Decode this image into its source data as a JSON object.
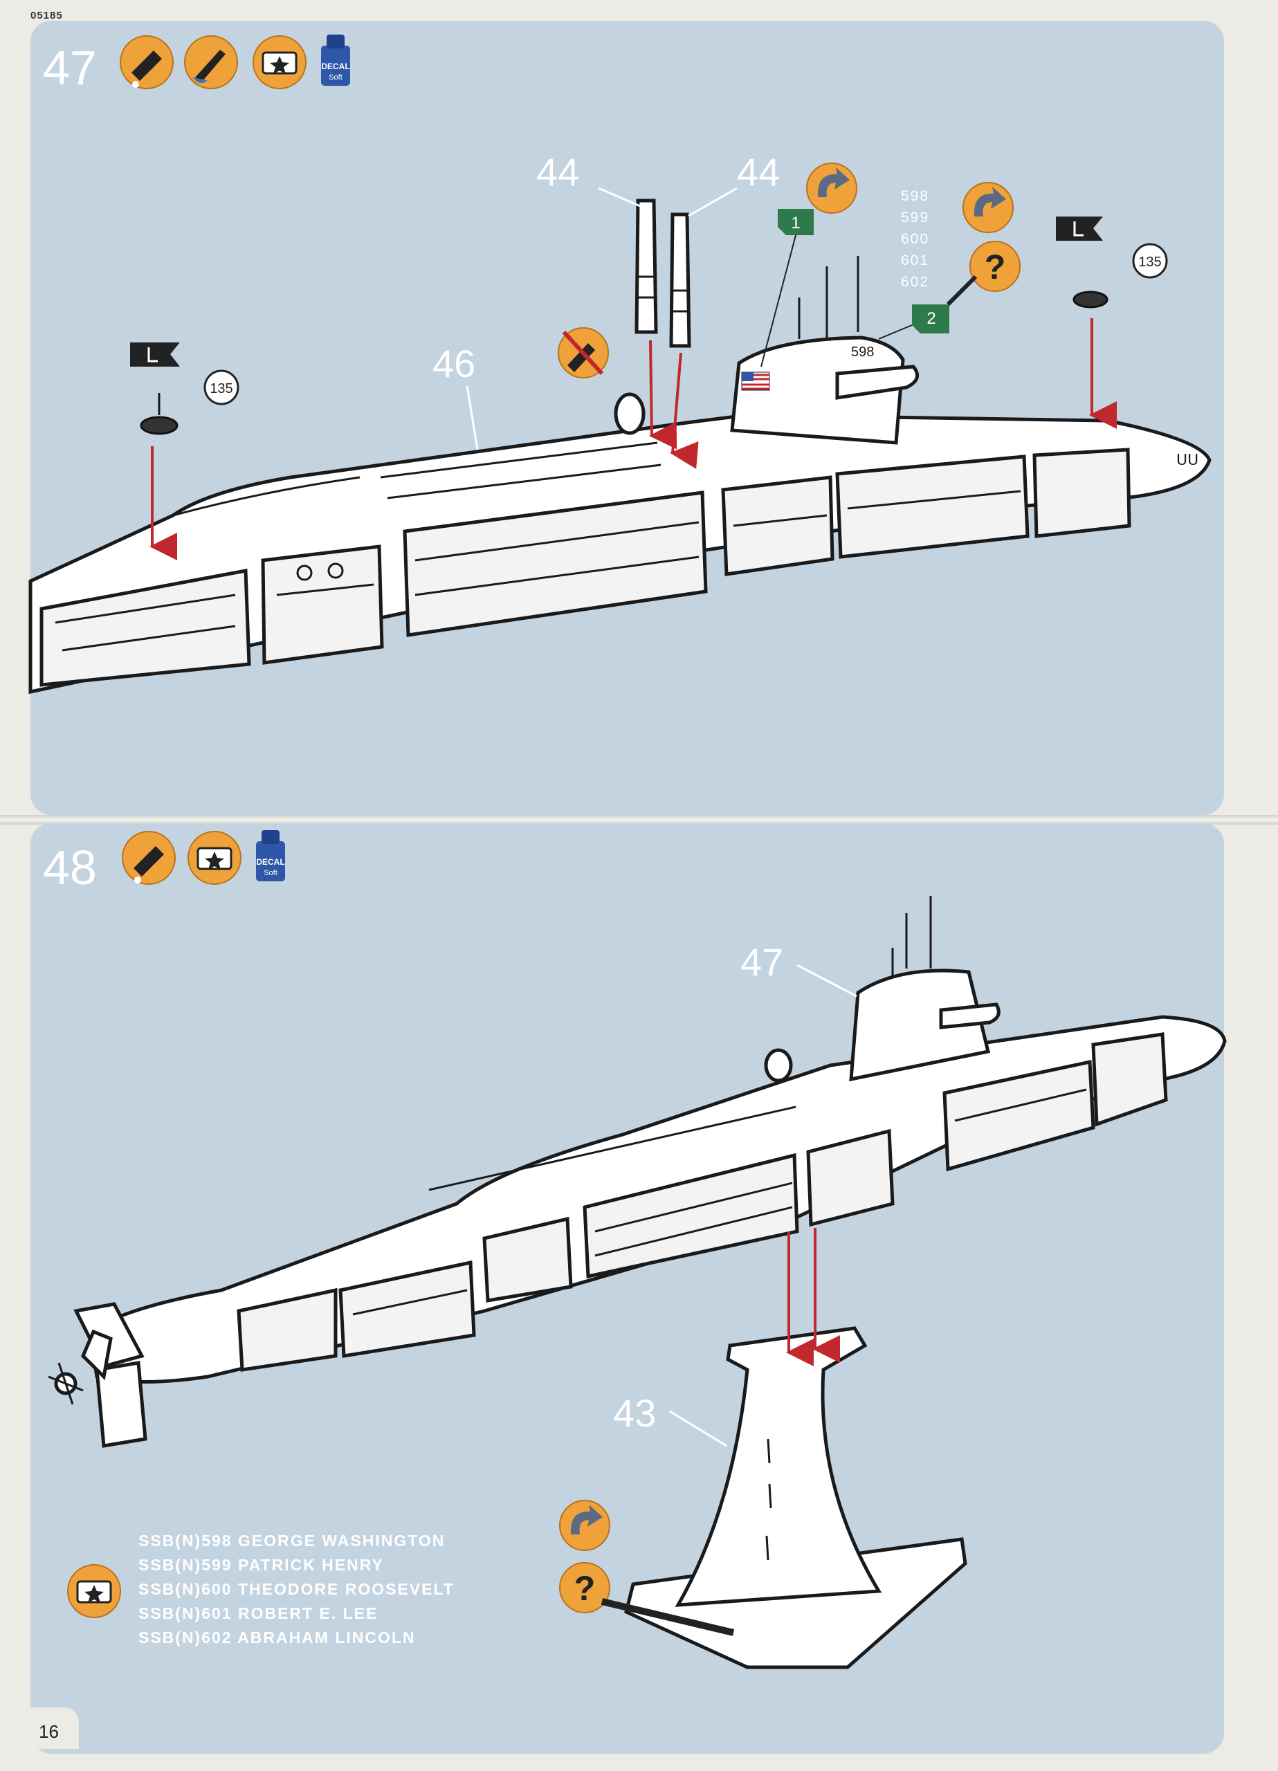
{
  "page_code": "05185",
  "page_number": "16",
  "step47": {
    "number": "47",
    "part_labels": [
      "44",
      "44",
      "46"
    ],
    "ref_circle": "135",
    "decal_1": "1",
    "decal_2": "2",
    "hull_text": "598",
    "hull_numbers": [
      "598",
      "599",
      "600",
      "601",
      "602"
    ],
    "decal_bottle_label_1": "DECAL",
    "decal_bottle_label_2": "Soft"
  },
  "step48": {
    "number": "48",
    "part_labels": [
      "47",
      "43"
    ],
    "decal_bottle_label_1": "DECAL",
    "decal_bottle_label_2": "Soft",
    "ships": [
      "SSB(N)598  GEORGE WASHINGTON",
      "SSB(N)599  PATRICK HENRY",
      "SSB(N)600  THEODORE ROOSEVELT",
      "SSB(N)601  ROBERT E. LEE",
      "SSB(N)602  ABRAHAM  LINCOLN"
    ]
  },
  "icons": [
    "glue-icon",
    "paint-brush-icon",
    "decal-icon",
    "decal-soft-bottle-icon",
    "rotate-icon",
    "question-icon",
    "flag-l-icon",
    "no-glue-icon"
  ],
  "colors": {
    "panel": "#c3d3e0",
    "icon_orange": "#f0a23a",
    "arrow_red": "#c0282d",
    "decal_green": "#2f7a4b"
  }
}
